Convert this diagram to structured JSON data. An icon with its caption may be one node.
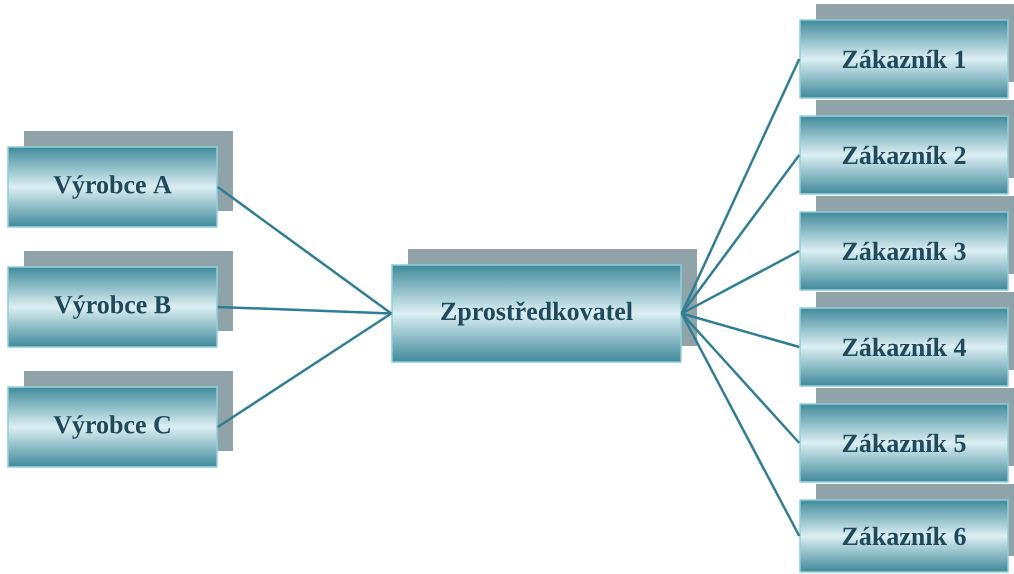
{
  "diagram": {
    "nodes": [
      {
        "text": [
          "Výrobce A"
        ]
      },
      {
        "text": [
          "Výrobce B"
        ]
      },
      {
        "text": [
          "Výrobce C"
        ]
      },
      {
        "text": [
          "Zprostředkovatel"
        ]
      },
      {
        "text": [
          "Zákazník 1"
        ]
      },
      {
        "text": [
          "Zákazník 2"
        ]
      },
      {
        "text": [
          "Zákazník 3"
        ]
      },
      {
        "text": [
          "Zákazník 4"
        ]
      },
      {
        "text": [
          "Zákazník 5"
        ]
      },
      {
        "text": [
          "Zákazník 6"
        ]
      }
    ],
    "edges": [
      {
        "from": 0,
        "to": 3,
        "arrow": "none"
      },
      {
        "from": 1,
        "to": 3,
        "arrow": "none"
      },
      {
        "from": 2,
        "to": 3,
        "arrow": "none"
      },
      {
        "from": 3,
        "to": 4,
        "arrow": "none"
      },
      {
        "from": 3,
        "to": 5,
        "arrow": "none"
      },
      {
        "from": 3,
        "to": 6,
        "arrow": "none"
      },
      {
        "from": 3,
        "to": 7,
        "arrow": "none"
      },
      {
        "from": 3,
        "to": 8,
        "arrow": "none"
      },
      {
        "from": 3,
        "to": 9,
        "arrow": "none"
      }
    ]
  }
}
